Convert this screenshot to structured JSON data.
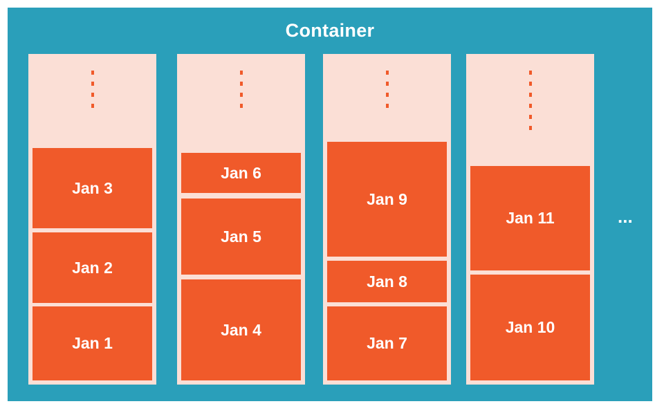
{
  "title": "Container",
  "more_indicator": "...",
  "columns": [
    {
      "blocks": [
        {
          "label": "Jan 3"
        },
        {
          "label": "Jan 2"
        },
        {
          "label": "Jan 1"
        }
      ]
    },
    {
      "blocks": [
        {
          "label": "Jan 6"
        },
        {
          "label": "Jan 5"
        },
        {
          "label": "Jan 4"
        }
      ]
    },
    {
      "blocks": [
        {
          "label": "Jan 9"
        },
        {
          "label": "Jan 8"
        },
        {
          "label": "Jan 7"
        }
      ]
    },
    {
      "blocks": [
        {
          "label": "Jan 11"
        },
        {
          "label": "Jan 10"
        }
      ]
    }
  ],
  "colors": {
    "container": "#2a9fba",
    "column": "#fbdfd6",
    "block": "#f05a2a",
    "text": "#ffffff"
  }
}
